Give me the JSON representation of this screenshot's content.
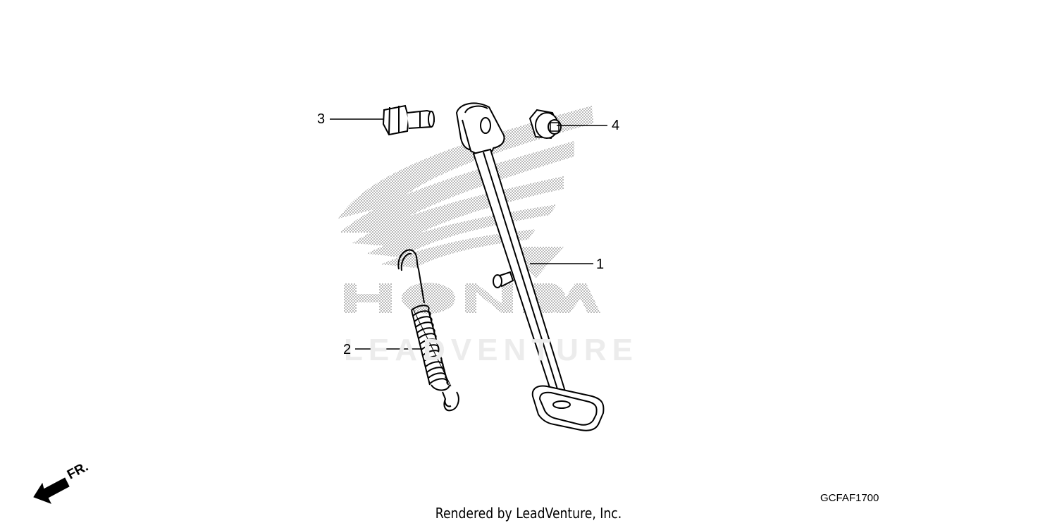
{
  "diagram": {
    "callouts": [
      {
        "id": "1",
        "label": "1"
      },
      {
        "id": "2",
        "label": "2"
      },
      {
        "id": "3",
        "label": "3"
      },
      {
        "id": "4",
        "label": "4"
      }
    ],
    "diagram_code": "GCFAF1700",
    "credit": "Rendered by LeadVenture, Inc.",
    "direction_label": "FR.",
    "watermark": {
      "brand": "HONDA",
      "text": "LEADVENTURE"
    }
  },
  "colors": {
    "line": "#000000",
    "watermark_dots": "#9a9a9a",
    "watermark_text": "#ececec",
    "background": "#ffffff"
  }
}
